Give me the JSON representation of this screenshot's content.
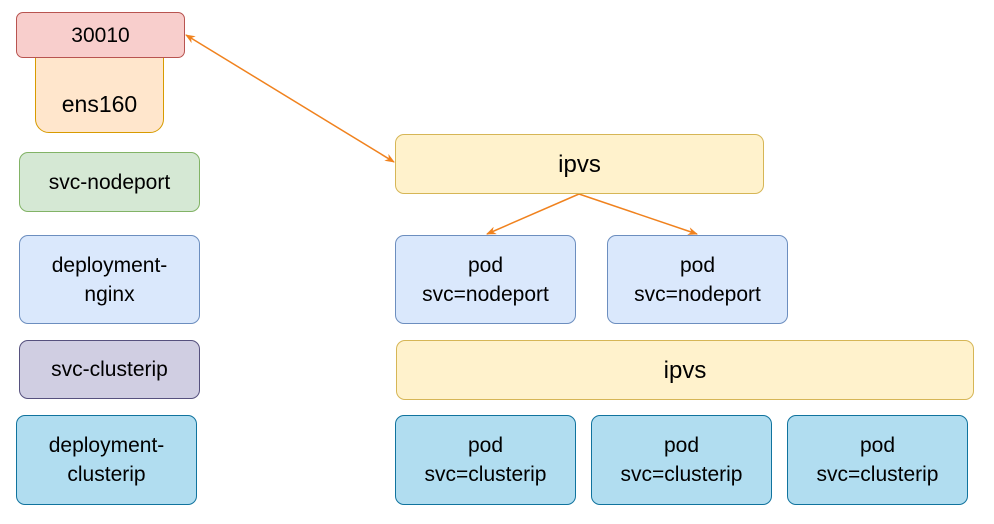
{
  "left": {
    "port": "30010",
    "nic": "ens160",
    "svc_nodeport": "svc-nodeport",
    "deployment_nginx": [
      "deployment-",
      "nginx"
    ],
    "svc_clusterip": "svc-clusterip",
    "deployment_clusterip": [
      "deployment-",
      "clusterip"
    ]
  },
  "right": {
    "ipvs_top": "ipvs",
    "nodeport_pods": [
      {
        "line1": "pod",
        "line2": "svc=nodeport"
      },
      {
        "line1": "pod",
        "line2": "svc=nodeport"
      }
    ],
    "ipvs_bottom": "ipvs",
    "clusterip_pods": [
      {
        "line1": "pod",
        "line2": "svc=clusterip"
      },
      {
        "line1": "pod",
        "line2": "svc=clusterip"
      },
      {
        "line1": "pod",
        "line2": "svc=clusterip"
      }
    ]
  },
  "colors": {
    "arrow": "#f0821e",
    "port_fill": "#f8cecc",
    "nic_fill": "#ffe6cc",
    "nodeport_fill": "#d5e8d4",
    "deployment_fill": "#dae8fc",
    "clusterip_fill": "#d0cee2",
    "clusterip_deploy_fill": "#b1ddf0",
    "ipvs_fill": "#fff2cc"
  }
}
